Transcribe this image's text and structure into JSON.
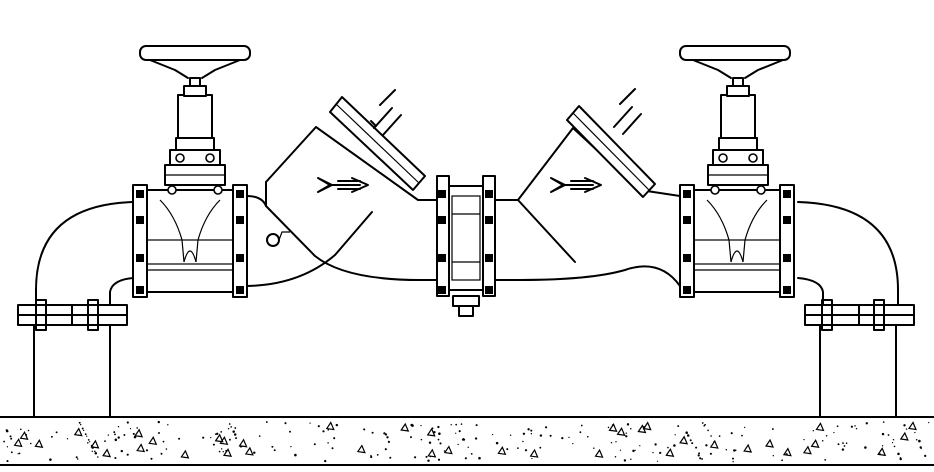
{
  "diagram": {
    "subject": "backflow-preventer-assembly",
    "colors": {
      "line": "#000000",
      "background": "#ffffff"
    },
    "flow_arrows": 2,
    "gate_valves": 2,
    "check_valves": 2
  }
}
